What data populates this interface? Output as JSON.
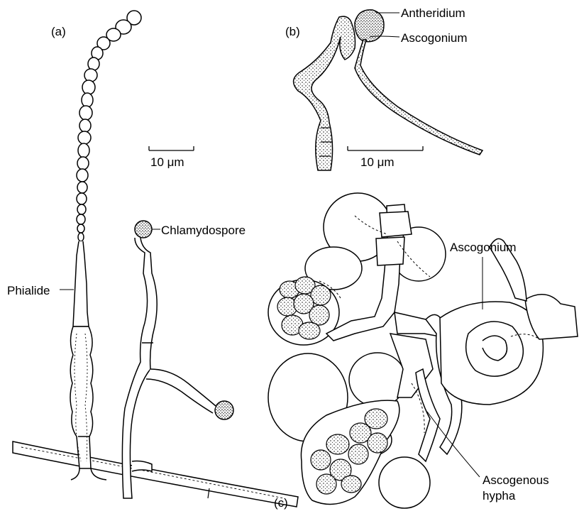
{
  "panels": {
    "a": {
      "letter": "(a)",
      "scale_bar": "10 μm",
      "labels": {
        "phialide": "Phialide",
        "chlamydospore": "Chlamydospore"
      }
    },
    "b": {
      "letter": "(b)",
      "scale_bar": "10 μm",
      "labels": {
        "antheridium": "Antheridium",
        "ascogonium": "Ascogonium"
      }
    },
    "c": {
      "letter": "(c)",
      "labels": {
        "ascogonium": "Ascogonium",
        "ascogenous_hypha_line1": "Ascogenous",
        "ascogenous_hypha_line2": "hypha"
      }
    }
  },
  "colors": {
    "ink": "#000000",
    "paper": "#ffffff"
  }
}
